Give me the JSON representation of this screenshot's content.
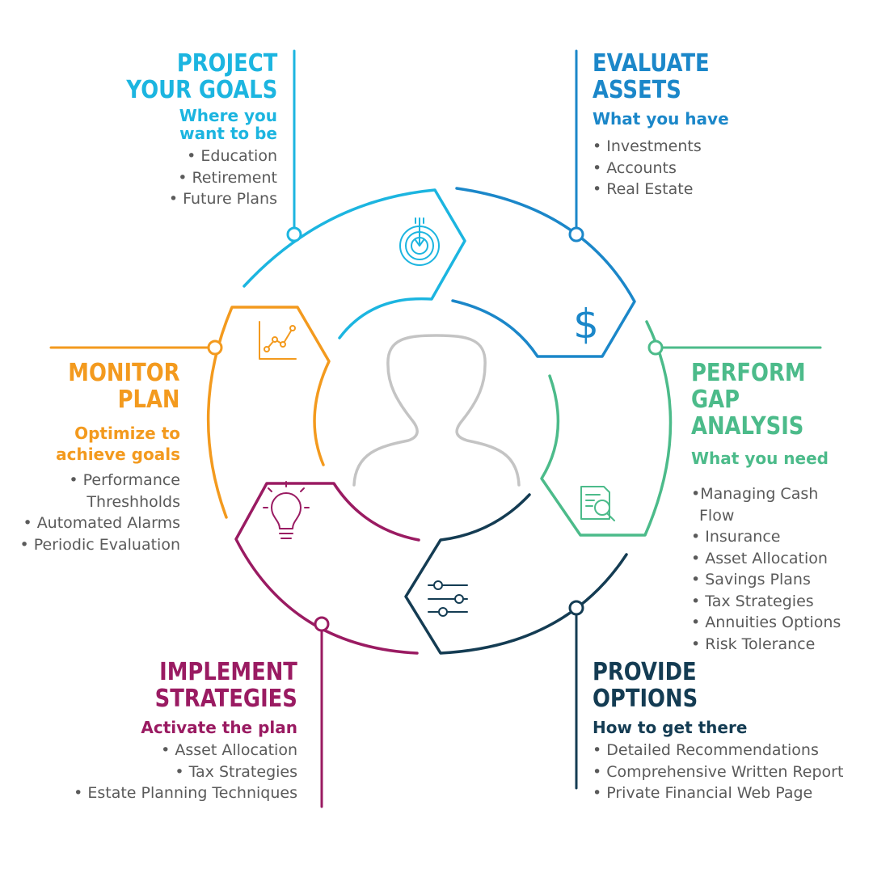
{
  "colors": {
    "project": "#1cb5e0",
    "evaluate": "#1b87c9",
    "perform": "#4cbb8a",
    "provide": "#143c53",
    "implement": "#9a1b62",
    "monitor": "#f39a1e",
    "person": "#c4c4c4",
    "text": "#5a5a5a"
  },
  "project": {
    "title_line1": "PROJECT",
    "title_line2": "YOUR GOALS",
    "subtitle_line1": "Where you",
    "subtitle_line2": "want to be",
    "items": [
      "Education",
      "Retirement",
      "Future Plans"
    ],
    "icon": "target-icon"
  },
  "evaluate": {
    "title_line1": "EVALUATE",
    "title_line2": "ASSETS",
    "subtitle": "What you have",
    "items": [
      "Investments",
      "Accounts",
      "Real Estate"
    ],
    "icon": "dollar-icon"
  },
  "perform": {
    "title_line1": "PERFORM",
    "title_line2": "GAP ANALYSIS",
    "subtitle": "What you need",
    "item_flow_line1": "Managing Cash",
    "item_flow_line2": "Flow",
    "items": [
      "Insurance",
      "Asset Allocation",
      "Savings Plans",
      "Tax Strategies",
      "Annuities Options",
      "Risk Tolerance"
    ],
    "icon": "document-search-icon"
  },
  "provide": {
    "title_line1": "PROVIDE",
    "title_line2": "OPTIONS",
    "subtitle": "How to get there",
    "items": [
      "Detailed Recommendations",
      "Comprehensive Written Report",
      "Private Financial Web Page"
    ],
    "icon": "sliders-icon"
  },
  "implement": {
    "title_line1": "IMPLEMENT",
    "title_line2": "STRATEGIES",
    "subtitle": "Activate the plan",
    "items": [
      "Asset Allocation",
      "Tax Strategies",
      "Estate Planning Techniques"
    ],
    "icon": "lightbulb-icon"
  },
  "monitor": {
    "title_line1": "MONITOR",
    "title_line2": "PLAN",
    "subtitle_line1": "Optimize to",
    "subtitle_line2": "achieve goals",
    "item1_line1": "Performance",
    "item1_line2": "Threshholds",
    "items": [
      "Automated Alarms",
      "Periodic Evaluation"
    ],
    "icon": "line-chart-icon"
  }
}
